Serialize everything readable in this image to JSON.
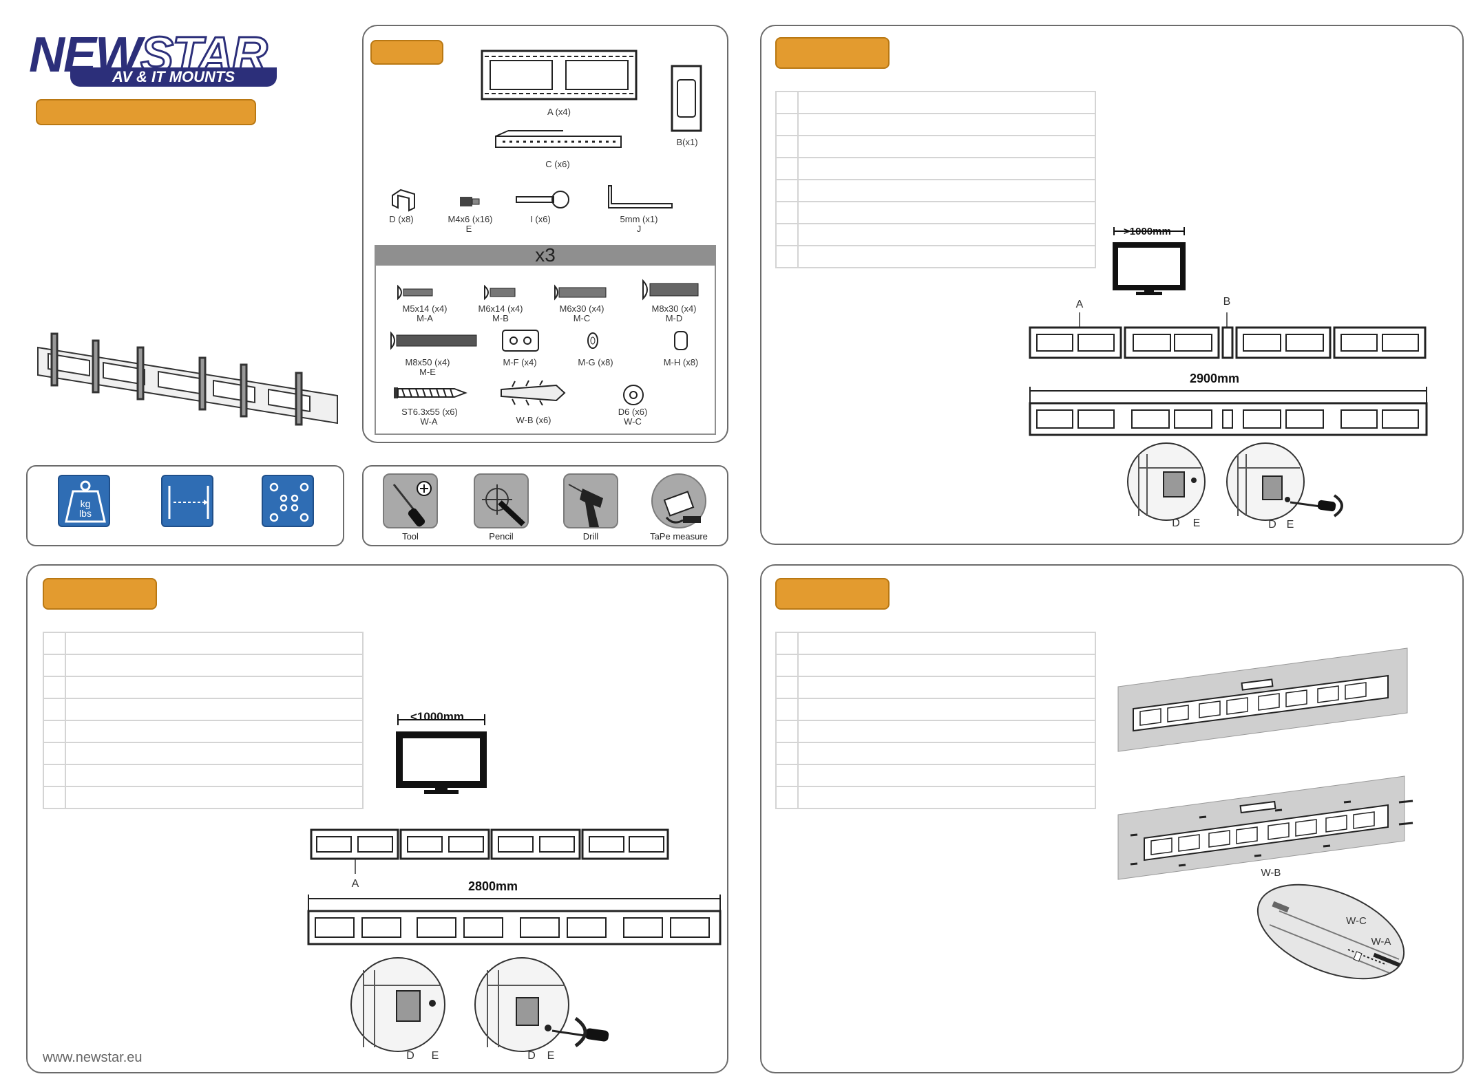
{
  "brand": {
    "name_part1": "NEW",
    "name_part2": "STAR",
    "tagline": "AV & IT MOUNTS"
  },
  "parts": {
    "A": "A (x4)",
    "B": "B(x1)",
    "C": "C (x6)",
    "D": "D (x8)",
    "E_label": "M4x6 (x16)",
    "E_id": "E",
    "I": "I  (x6)",
    "J_label": "5mm  (x1)",
    "J_id": "J"
  },
  "hardware": {
    "multiplier": "x3",
    "items": [
      {
        "label": "M5x14 (x4)",
        "id": "M-A"
      },
      {
        "label": "M6x14 (x4)",
        "id": "M-B"
      },
      {
        "label": "M6x30 (x4)",
        "id": "M-C"
      },
      {
        "label": "M8x30 (x4)",
        "id": "M-D"
      },
      {
        "label": "M8x50 (x4)",
        "id": "M-E"
      },
      {
        "label": "M-F (x4)",
        "id": ""
      },
      {
        "label": "M-G  (x8)",
        "id": ""
      },
      {
        "label": "M-H (x8)",
        "id": ""
      },
      {
        "label": "ST6.3x55 (x6)",
        "id": "W-A"
      },
      {
        "label": "W-B (x6)",
        "id": ""
      },
      {
        "label": "D6 (x6)",
        "id": "W-C"
      }
    ]
  },
  "tools": [
    "Tool",
    "Pencil",
    "Drill",
    "TaPe measure"
  ],
  "spec_icons": [
    "kg",
    "lbs"
  ],
  "step_a": {
    "screen_dim": ">1000mm",
    "label_a": "A",
    "label_b": "B",
    "total": "2900mm",
    "d": "D",
    "e": "E"
  },
  "step_b": {
    "screen_dim": "<1000mm",
    "label_a": "A",
    "total": "2800mm",
    "d": "D",
    "e": "E"
  },
  "step_c": {
    "wb": "W-B",
    "wc": "W-C",
    "wa": "W-A"
  },
  "footer": {
    "url": "www.newstar.eu"
  }
}
